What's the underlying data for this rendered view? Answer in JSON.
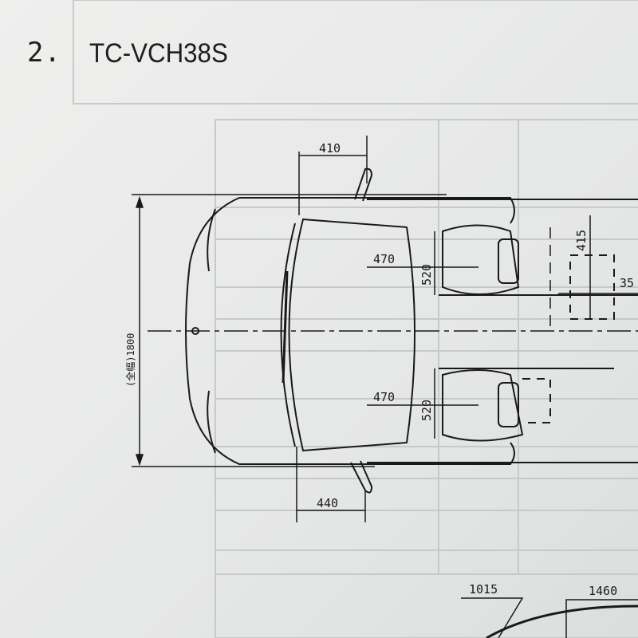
{
  "heading": {
    "number": "2.",
    "model": "TC-VCH38S"
  },
  "dimensions": {
    "overall_width": "(全幅)1800",
    "mirror_top": "410",
    "mirror_bottom": "440",
    "seat_front_upper": "470",
    "seat_front_lower": "470",
    "seat_depth_upper": "520",
    "seat_depth_lower": "520",
    "wheelchair_length": "415",
    "wheelchair_partial": "35",
    "side_view_left": "1015",
    "side_view_right": "1460"
  },
  "colors": {
    "ink": "#1a1a1a",
    "paper": "#e9eaea",
    "faint_table": "#c9cccc"
  }
}
